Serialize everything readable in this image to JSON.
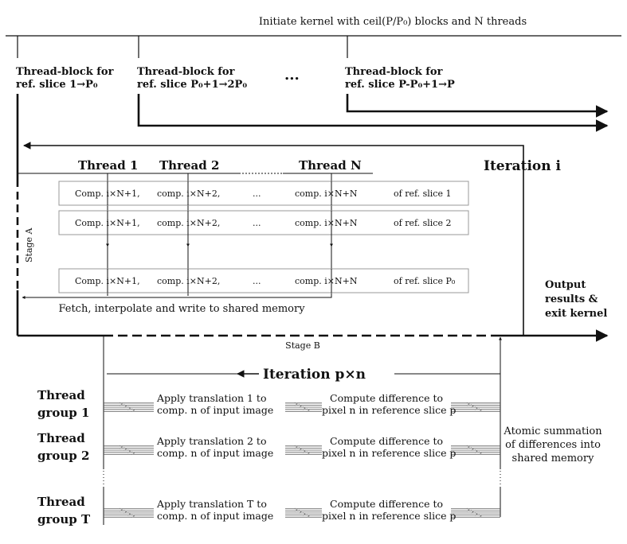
{
  "header": {
    "caption": "Initiate kernel with ceil(P/P₀) blocks and N threads"
  },
  "blocks": [
    {
      "line1": "Thread-block for",
      "line2": "ref. slice 1→P₀"
    },
    {
      "line1": "Thread-block for",
      "line2": "ref. slice P₀+1→2P₀"
    },
    {
      "line1": "Thread-block for",
      "line2": "ref. slice P-P₀+1→P"
    }
  ],
  "ellipsis": "...",
  "iteration_i": "Iteration i",
  "threads": [
    "Thread 1",
    "Thread 2",
    "Thread N"
  ],
  "stage_a": {
    "label": "Stage A",
    "rows": [
      {
        "c1": "Comp. i×N+1,",
        "c2": "comp. i×N+2,",
        "dots": "...",
        "cN": "comp. i×N+N",
        "tail": "of ref. slice 1"
      },
      {
        "c1": "Comp. i×N+1,",
        "c2": "comp. i×N+2,",
        "dots": "...",
        "cN": "comp. i×N+N",
        "tail": "of ref. slice 2"
      },
      {
        "c1": "Comp. i×N+1,",
        "c2": "comp. i×N+2,",
        "dots": "...",
        "cN": "comp. i×N+N",
        "tail": "of ref. slice P₀"
      }
    ],
    "fetch_caption": "Fetch, interpolate and write to shared memory"
  },
  "output": {
    "line1": "Output",
    "line2": "results &",
    "line3": "exit kernel"
  },
  "stage_b": {
    "label": "Stage B",
    "iteration": "Iteration p×n",
    "groups": [
      {
        "line1": "Thread",
        "line2": "group 1",
        "apply1": "Apply translation 1 to",
        "apply2": "comp. n of input image",
        "diff1": "Compute difference to",
        "diff2": "pixel n in reference slice p"
      },
      {
        "line1": "Thread",
        "line2": "group 2",
        "apply1": "Apply translation 2 to",
        "apply2": "comp. n of input image",
        "diff1": "Compute difference to",
        "diff2": "pixel n in reference slice p"
      },
      {
        "line1": "Thread",
        "line2": "group T",
        "apply1": "Apply translation T to",
        "apply2": "comp. n of input image",
        "diff1": "Compute difference to",
        "diff2": "pixel n in reference slice p"
      }
    ],
    "atomic": {
      "line1": "Atomic summation",
      "line2": "of differences into",
      "line3": "shared memory"
    }
  }
}
